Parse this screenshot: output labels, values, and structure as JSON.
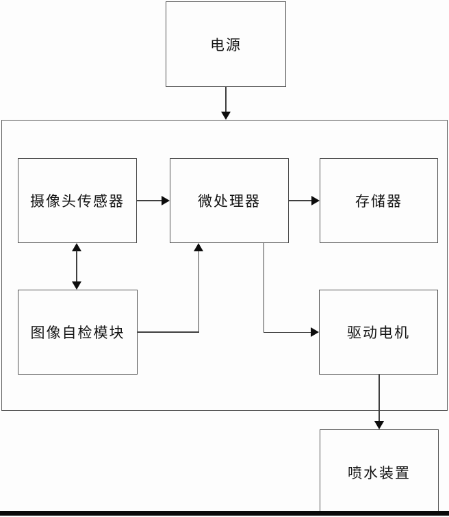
{
  "diagram": {
    "type": "block-diagram",
    "title": "",
    "colors": {
      "background": "#fdfdfd",
      "box_border": "#4f4f4f",
      "line": "#3f3f3f",
      "arrowhead": "#0d0d0d",
      "text": "#141414",
      "bottom_bar": "#0a0a0a"
    },
    "nodes": {
      "power": {
        "label": "电源"
      },
      "camera_sensor": {
        "label": "摄像头传感器"
      },
      "microprocessor": {
        "label": "微处理器"
      },
      "memory": {
        "label": "存储器"
      },
      "image_self_check": {
        "label": "图像自检模块"
      },
      "drive_motor": {
        "label": "驱动电机"
      },
      "water_spray": {
        "label": "喷水装置"
      },
      "main_unit": {
        "label": ""
      }
    },
    "edges": [
      {
        "from": "power",
        "to": "main_unit",
        "type": "arrow"
      },
      {
        "from": "camera_sensor",
        "to": "microprocessor",
        "type": "arrow"
      },
      {
        "from": "microprocessor",
        "to": "memory",
        "type": "arrow"
      },
      {
        "from": "camera_sensor",
        "to": "image_self_check",
        "type": "double-arrow"
      },
      {
        "from": "image_self_check",
        "to": "microprocessor",
        "type": "arrow"
      },
      {
        "from": "microprocessor",
        "to": "drive_motor",
        "type": "arrow"
      },
      {
        "from": "drive_motor",
        "to": "water_spray",
        "type": "arrow"
      }
    ]
  }
}
